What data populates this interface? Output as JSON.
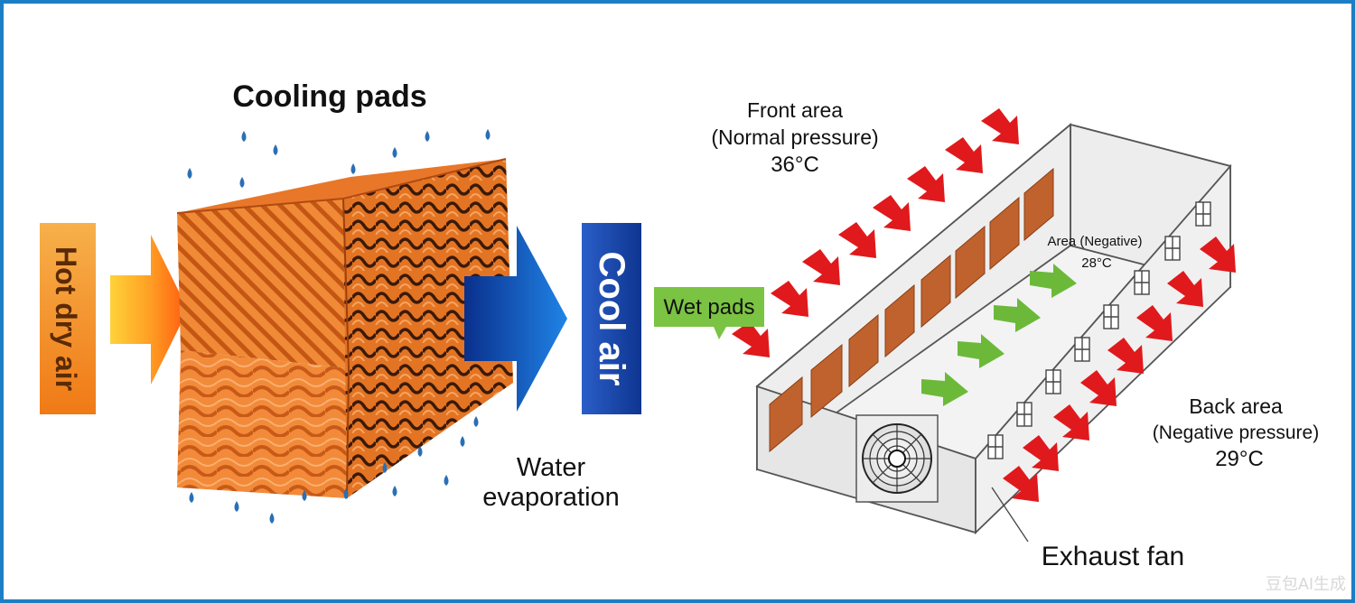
{
  "left_panel": {
    "title": "Cooling pads",
    "hot_air_label": "Hot dry air",
    "cool_air_label": "Cool air",
    "water_label_line1": "Water",
    "water_label_line2": "evaporation"
  },
  "right_panel": {
    "wet_pads_label": "Wet pads",
    "front_area": {
      "line1": "Front area",
      "line2": "(Normal pressure)",
      "temp": "36°C"
    },
    "inner_area": {
      "line1": "Area (Negative)",
      "temp": "28°C"
    },
    "back_area": {
      "line1": "Back area",
      "line2": "(Negative pressure)",
      "temp": "29°C"
    },
    "exhaust_label": "Exhaust fan"
  },
  "watermark": "豆包AI生成",
  "colors": {
    "frame": "#1c7ec4",
    "hot_air_bar": "#f39a2a",
    "cool_air_bar": "#1646a8",
    "cool_arrow": "#1260c8",
    "pad_orange": "#ef7a22",
    "water_drop": "#2a6fb6",
    "wet_pads_box": "#7bc342",
    "red_arrow": "#e0191c",
    "green_arrow": "#6cb93a",
    "pad_brown": "#c0622e"
  }
}
